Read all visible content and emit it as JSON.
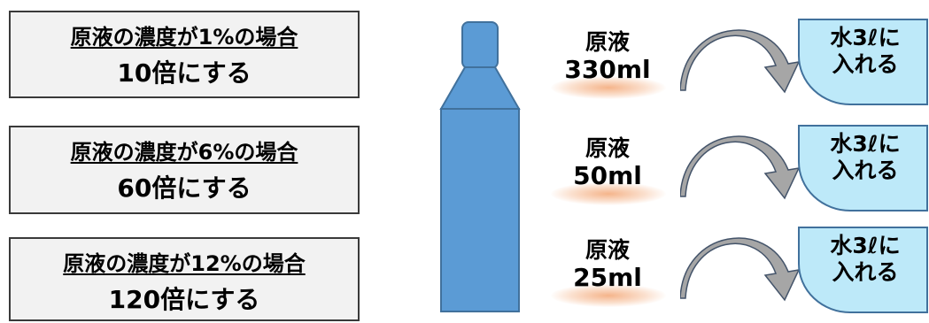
{
  "cases": [
    {
      "condition": "原液の濃度が1%の場合",
      "dilution": "10倍にする"
    },
    {
      "condition": "原液の濃度が6%の場合",
      "dilution": "60倍にする"
    },
    {
      "condition": "原液の濃度が12%の場合",
      "dilution": "120倍にする"
    }
  ],
  "amounts": [
    {
      "label": "原液",
      "value": "330ml"
    },
    {
      "label": "原液",
      "value": "50ml"
    },
    {
      "label": "原液",
      "value": "25ml"
    }
  ],
  "water": {
    "line1": "水3ℓに",
    "line2": "入れる"
  },
  "colors": {
    "bottle": "#5b9bd5",
    "bottle_outline": "#41719c",
    "water_fill": "#bde9f9",
    "water_outline": "#41719c",
    "arrow_fill": "#a6a6a6",
    "arrow_outline": "#44546a",
    "glow": "#f4b084",
    "box_fill": "#f2f2f2"
  }
}
